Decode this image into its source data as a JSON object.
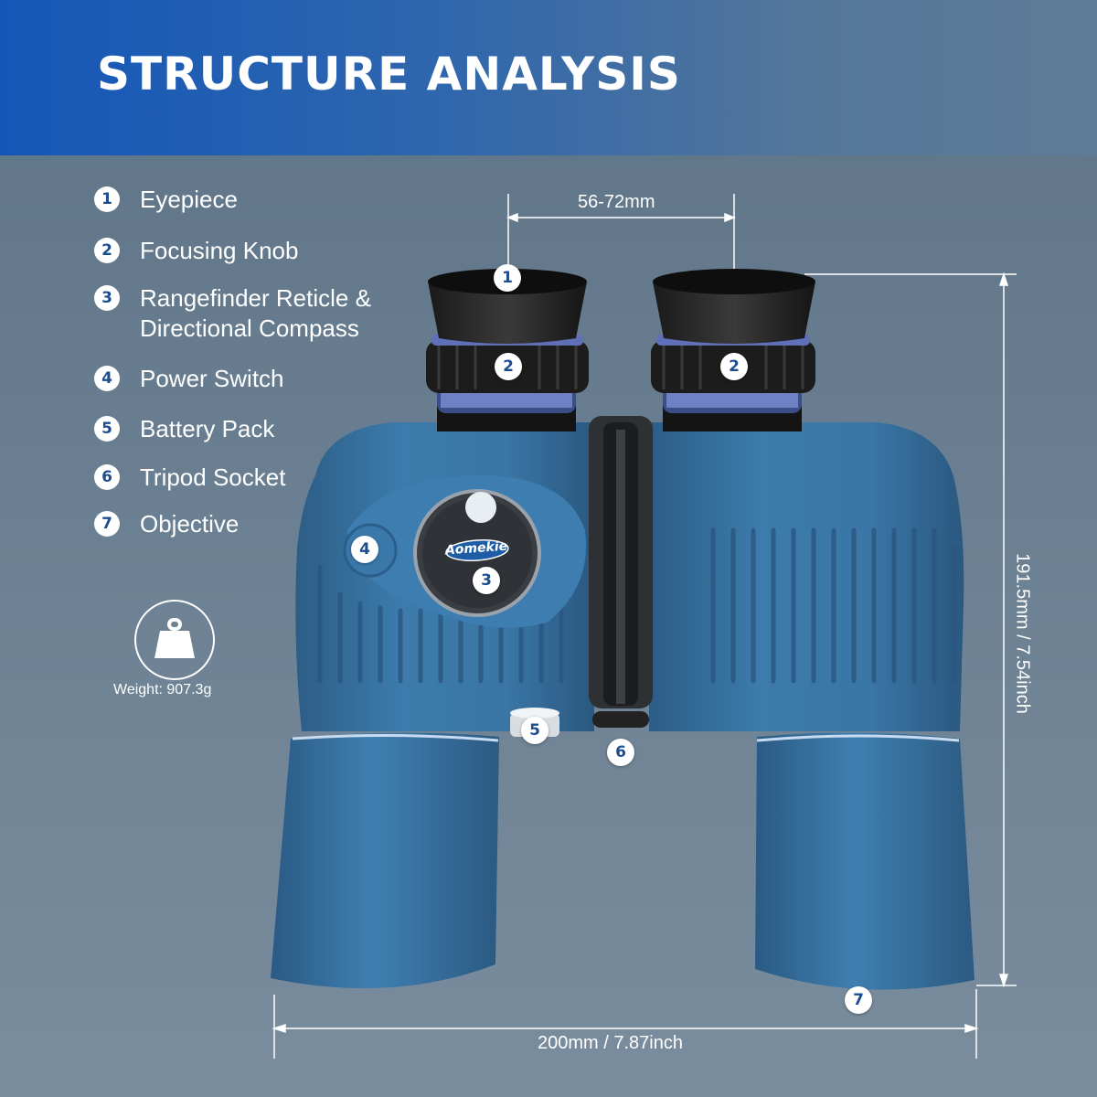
{
  "header": {
    "title": "STRUCTURE ANALYSIS"
  },
  "legend": [
    {
      "number": "1",
      "label": "Eyepiece"
    },
    {
      "number": "2",
      "label": "Focusing Knob"
    },
    {
      "number": "3",
      "label": "Rangefinder Reticle & Directional Compass"
    },
    {
      "number": "4",
      "label": "Power Switch"
    },
    {
      "number": "5",
      "label": "Battery Pack"
    },
    {
      "number": "6",
      "label": "Tripod Socket"
    },
    {
      "number": "7",
      "label": "Objective"
    }
  ],
  "weight": {
    "icon": "weight-icon",
    "label": "Weight: 907.3g"
  },
  "dimensions": {
    "eye_distance": "56-72mm",
    "height": "191.5mm / 7.54inch",
    "width": "200mm / 7.87inch"
  },
  "product": {
    "brand_logo": "Aomekie"
  },
  "colors": {
    "banner": "#1457b8",
    "body": "#3a77a8",
    "badge_text": "#1d4d8f"
  }
}
